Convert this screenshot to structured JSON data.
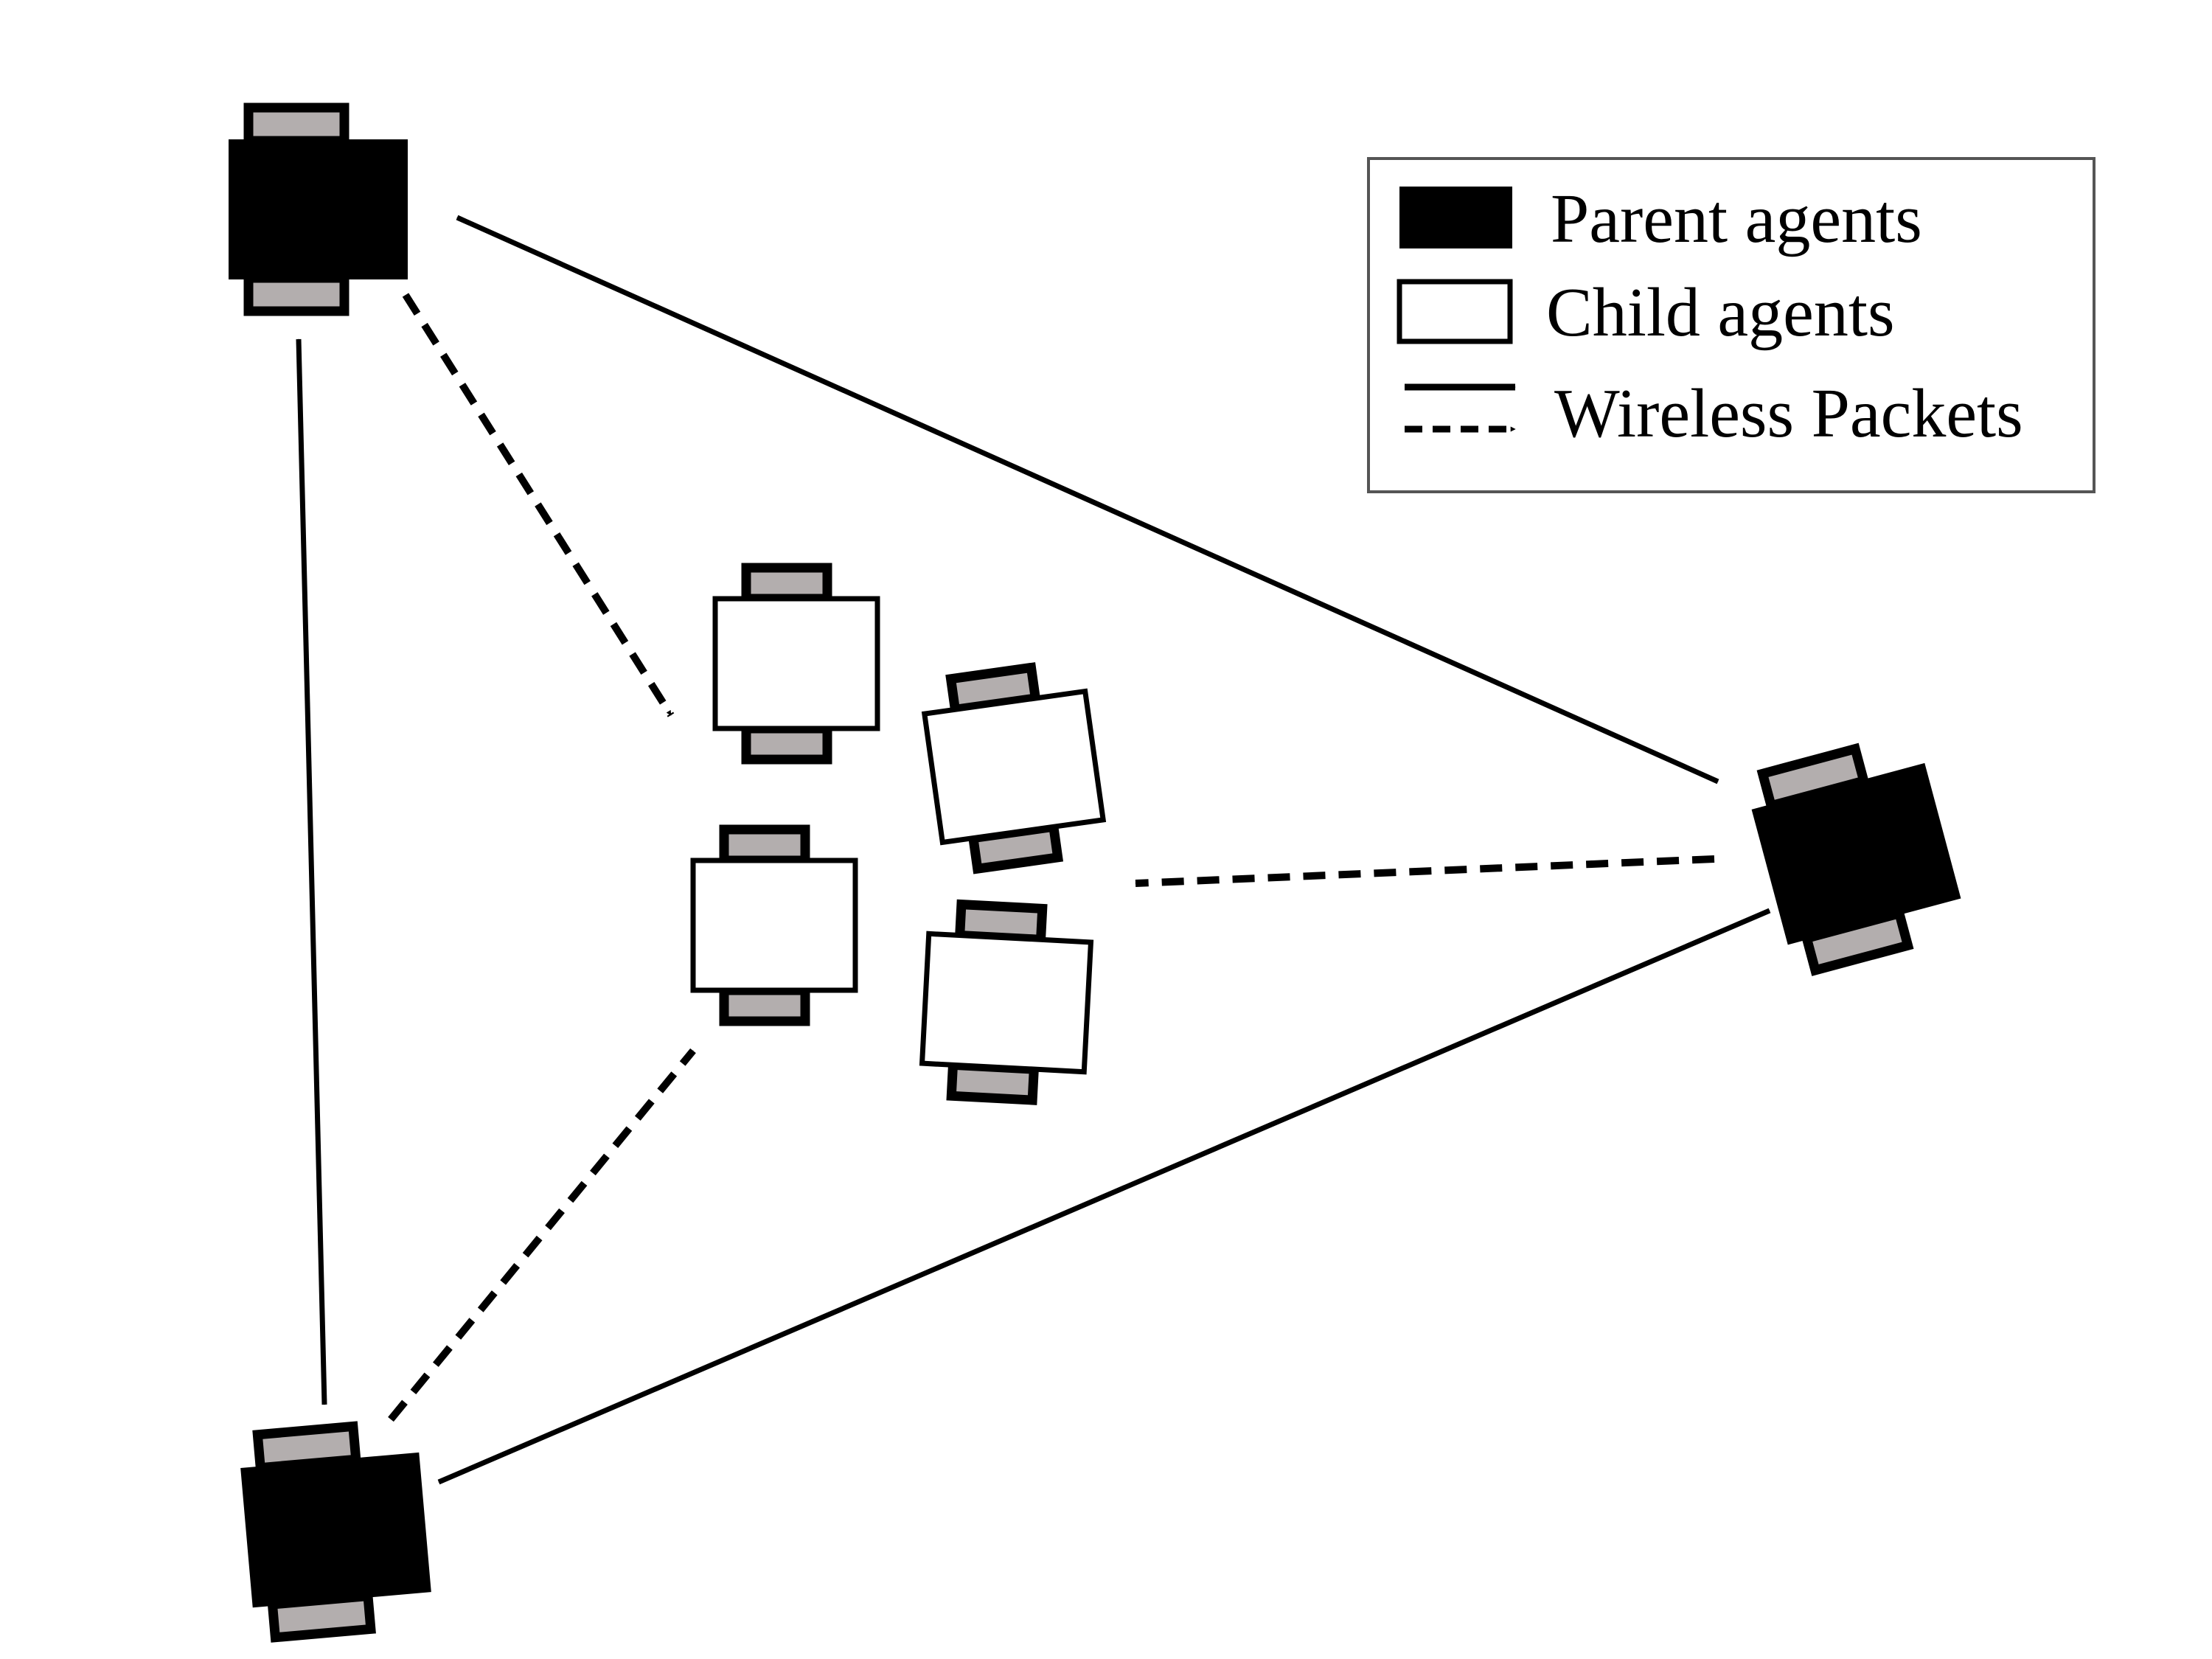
{
  "legend": {
    "parent_label": "Parent agents",
    "child_label": "Child agents",
    "packets_label": "Wireless Packets"
  },
  "colors": {
    "parent_fill": "#000000",
    "child_fill": "#ffffff",
    "wheel_fill": "#b3aeae",
    "outline": "#000000",
    "legend_border": "#555555"
  },
  "agents": {
    "parents": [
      "parent-top-left",
      "parent-right",
      "parent-bottom-left"
    ],
    "children": [
      "child-top",
      "child-upper-right",
      "child-lower-left",
      "child-lower-right"
    ]
  },
  "links": {
    "solid_bidirectional": [
      [
        "parent-top-left",
        "parent-right"
      ],
      [
        "parent-top-left",
        "parent-bottom-left"
      ],
      [
        "parent-bottom-left",
        "parent-right"
      ]
    ],
    "dashed_to_children": [
      "parent-top-left",
      "parent-right",
      "parent-bottom-left"
    ]
  }
}
